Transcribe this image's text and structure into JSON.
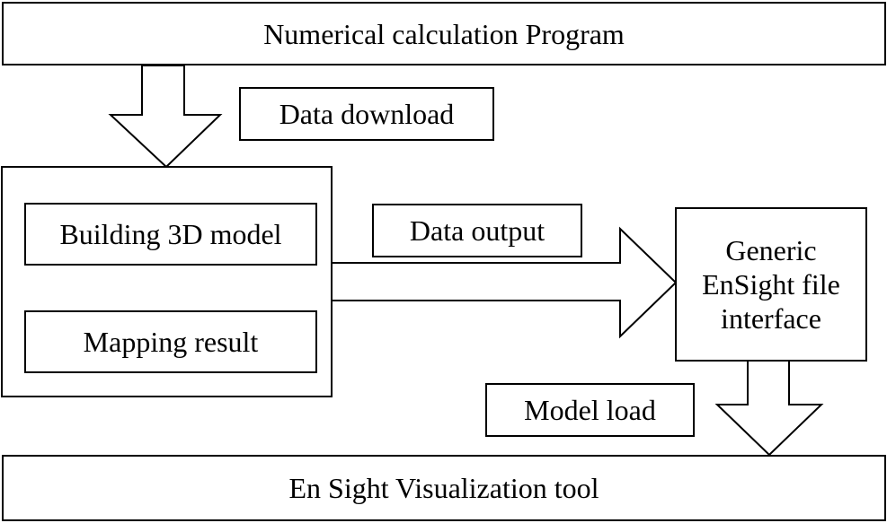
{
  "boxes": {
    "top_program": "Numerical calculation Program",
    "data_download": "Data download",
    "building_3d_model": "Building 3D model",
    "mapping_result": "Mapping result",
    "data_output": "Data output",
    "ensight_interface": "Generic EnSight file interface",
    "model_load": "Model load",
    "bottom_tool": "En Sight Visualization tool"
  },
  "colors": {
    "stroke": "#000000",
    "fill": "#ffffff"
  }
}
